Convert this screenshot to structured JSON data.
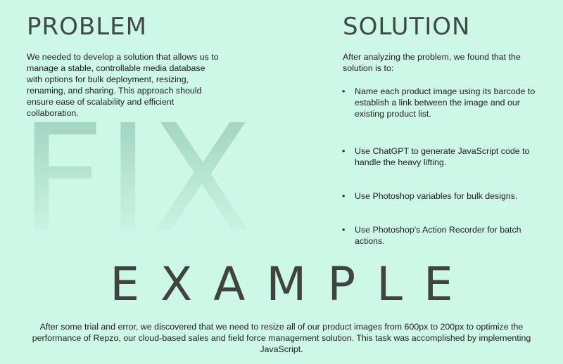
{
  "watermark": "FIX",
  "problem": {
    "title": "PROBLEM",
    "body": "We needed to develop a solution that allows us to manage a stable, controllable media database with options for bulk deployment, resizing, renaming, and sharing. This approach should ensure ease of scalability and efficient collaboration."
  },
  "solution": {
    "title": "SOLUTION",
    "intro": "After analyzing the problem, we found that the solution is to:",
    "bullet_symbol": "•",
    "items": [
      "Name each product image using its barcode to establish a link between the image and our existing product list.",
      "Use ChatGPT to generate JavaScript code to handle the heavy lifting.",
      "Use Photoshop variables for bulk designs.",
      "Use Photoshop's Action Recorder for batch actions."
    ]
  },
  "example": {
    "title": "EXAMPLE",
    "body": "After some trial and error, we discovered that we need to resize all of our product images from 600px to 200px to optimize the performance of Repzo, our cloud-based sales and field force management solution. This task was accomplished by implementing JavaScript."
  },
  "colors": {
    "background": "#cdf7e6",
    "heading": "#3f4a48",
    "text": "#1e1e1e"
  }
}
